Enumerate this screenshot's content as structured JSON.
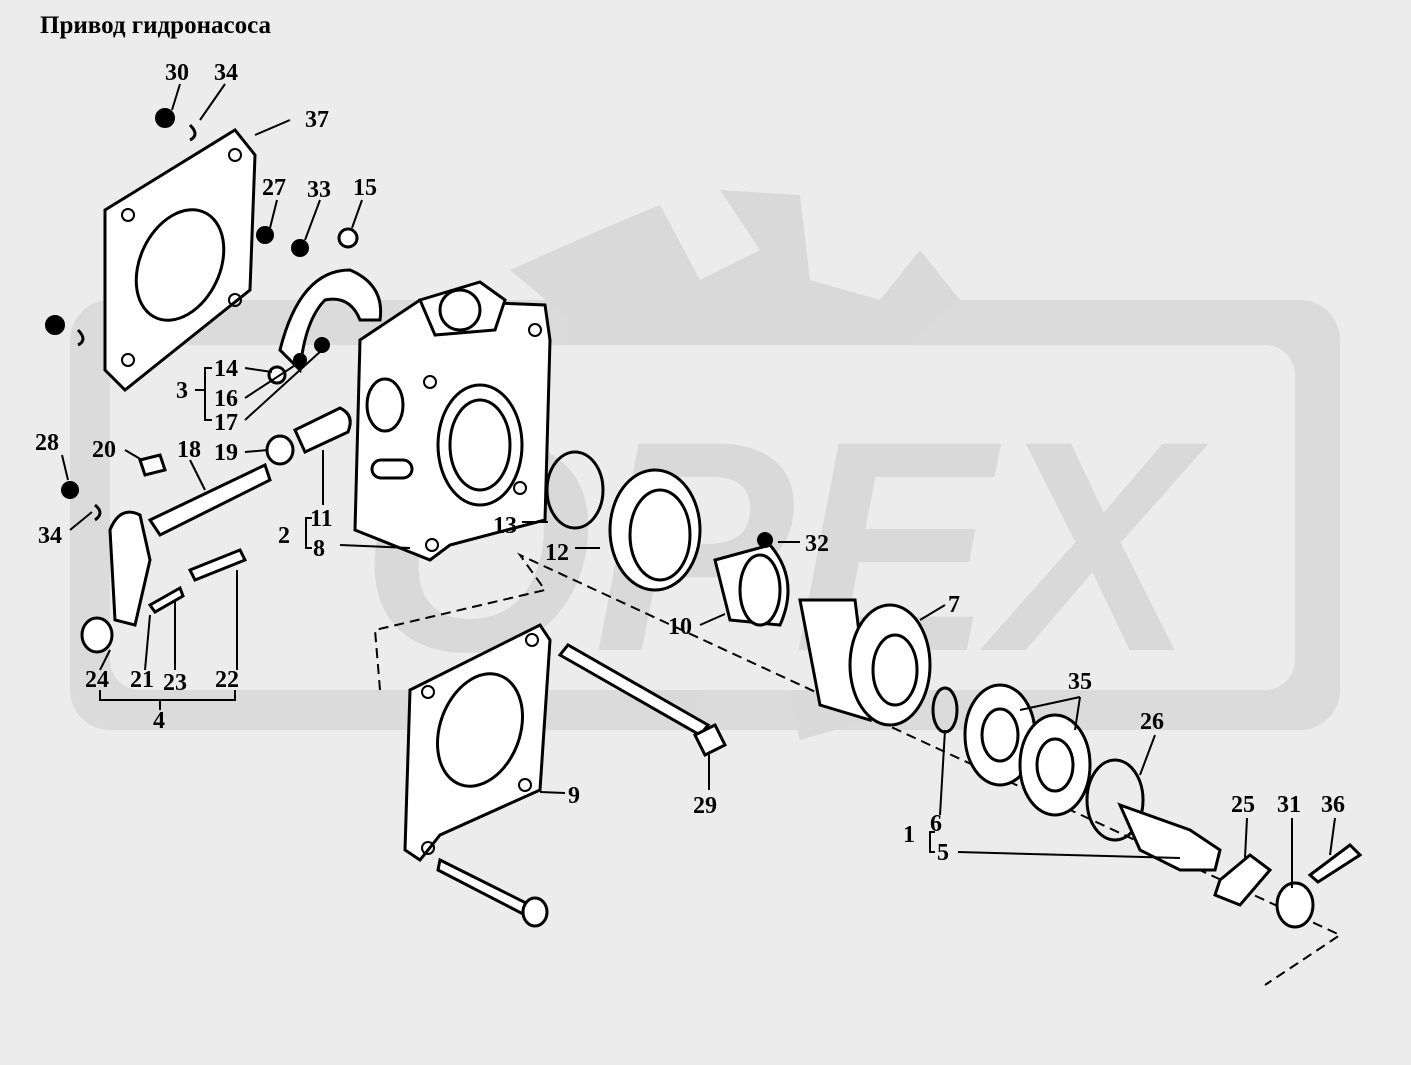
{
  "title": "Привод гидронасоса",
  "watermark": {
    "text": "OPEX",
    "color": "#d9d9d9"
  },
  "parts": [
    {
      "id": "p1",
      "label": "1"
    },
    {
      "id": "p2",
      "label": "2"
    },
    {
      "id": "p3",
      "label": "3"
    },
    {
      "id": "p4",
      "label": "4"
    },
    {
      "id": "p5",
      "label": "5"
    },
    {
      "id": "p6",
      "label": "6"
    },
    {
      "id": "p7",
      "label": "7"
    },
    {
      "id": "p8",
      "label": "8"
    },
    {
      "id": "p9",
      "label": "9"
    },
    {
      "id": "p10",
      "label": "10"
    },
    {
      "id": "p11",
      "label": "11"
    },
    {
      "id": "p12",
      "label": "12"
    },
    {
      "id": "p13",
      "label": "13"
    },
    {
      "id": "p14",
      "label": "14"
    },
    {
      "id": "p15",
      "label": "15"
    },
    {
      "id": "p16",
      "label": "16"
    },
    {
      "id": "p17",
      "label": "17"
    },
    {
      "id": "p18",
      "label": "18"
    },
    {
      "id": "p19",
      "label": "19"
    },
    {
      "id": "p20",
      "label": "20"
    },
    {
      "id": "p21",
      "label": "21"
    },
    {
      "id": "p22",
      "label": "22"
    },
    {
      "id": "p23",
      "label": "23"
    },
    {
      "id": "p24",
      "label": "24"
    },
    {
      "id": "p25",
      "label": "25"
    },
    {
      "id": "p26",
      "label": "26"
    },
    {
      "id": "p27",
      "label": "27"
    },
    {
      "id": "p28",
      "label": "28"
    },
    {
      "id": "p29",
      "label": "29"
    },
    {
      "id": "p30",
      "label": "30"
    },
    {
      "id": "p31",
      "label": "31"
    },
    {
      "id": "p32",
      "label": "32"
    },
    {
      "id": "p33",
      "label": "33"
    },
    {
      "id": "p34a",
      "label": "34"
    },
    {
      "id": "p34b",
      "label": "34"
    },
    {
      "id": "p35",
      "label": "35"
    },
    {
      "id": "p36",
      "label": "36"
    },
    {
      "id": "p37",
      "label": "37"
    }
  ]
}
